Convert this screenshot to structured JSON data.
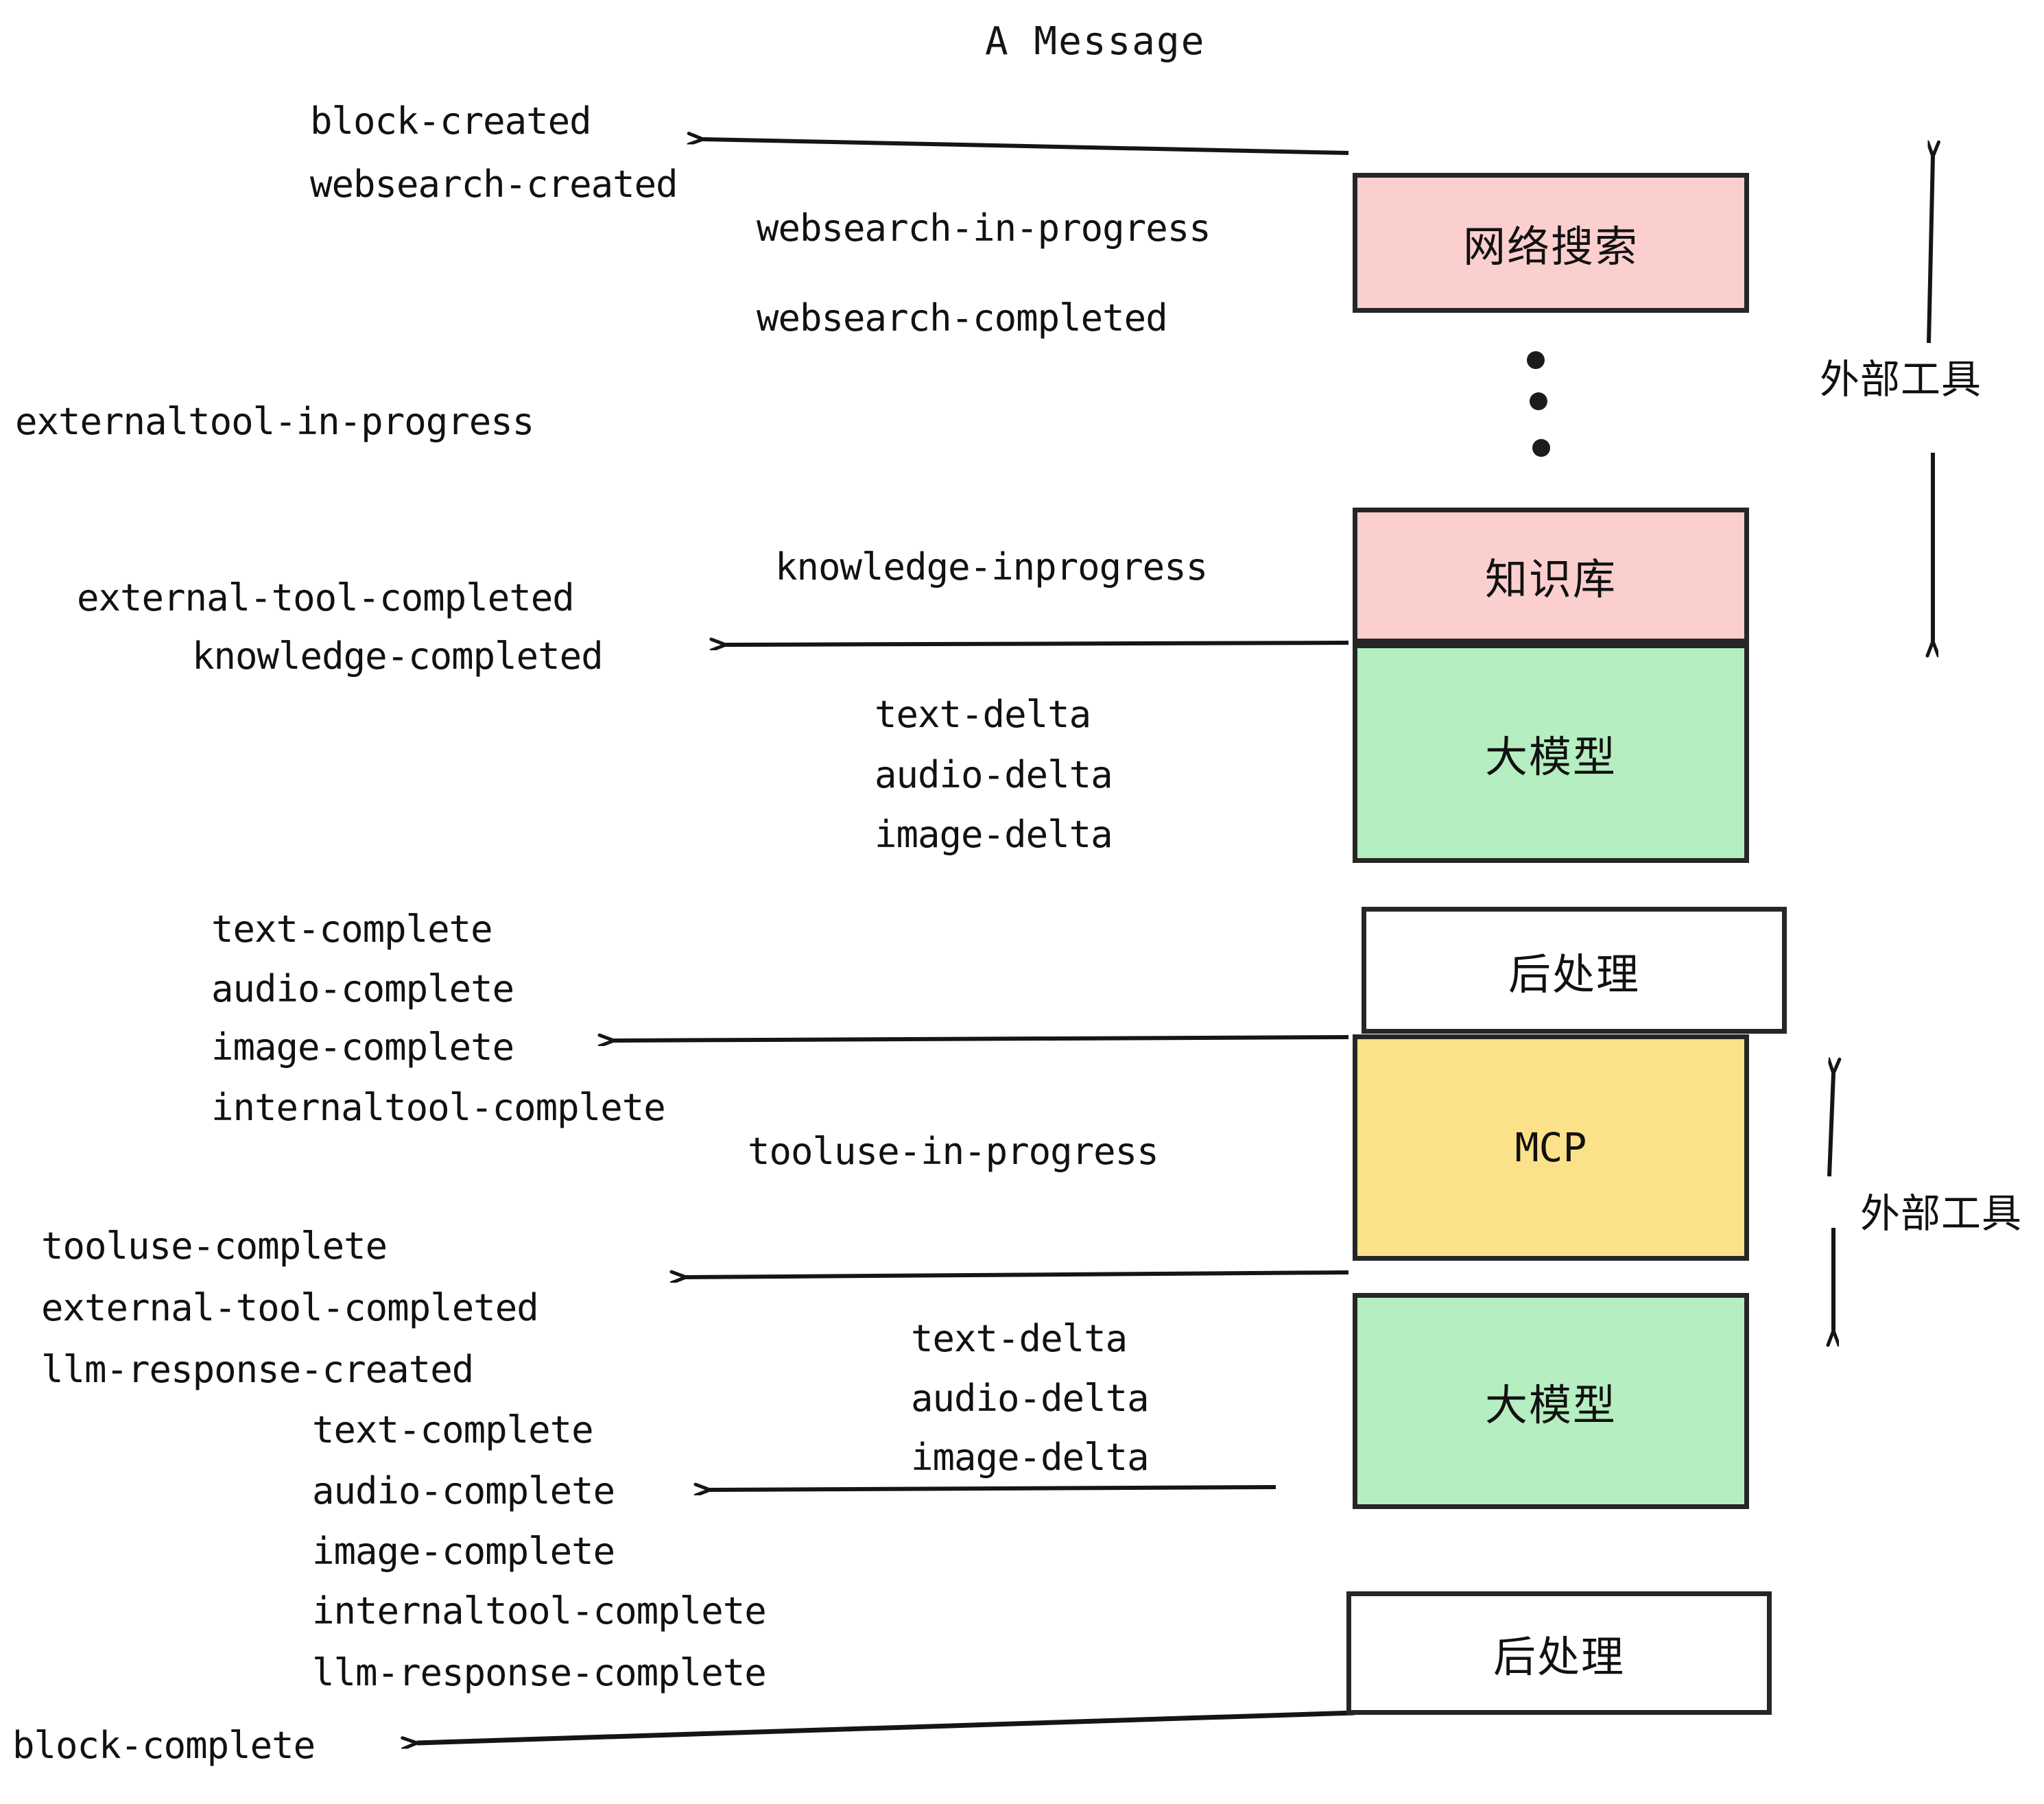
{
  "title": "A Message",
  "colors": {
    "pink": "#fccfcf",
    "green": "#b5eec0",
    "yellow": "#fbe189",
    "white": "#ffffff",
    "stroke": "#262626",
    "text": "#111111"
  },
  "boxes": [
    {
      "label": "网络搜索",
      "fill": "pink"
    },
    {
      "label": "知识库",
      "fill": "pink"
    },
    {
      "label": "大模型",
      "fill": "green"
    },
    {
      "label": "后处理",
      "fill": "white"
    },
    {
      "label": "MCP",
      "fill": "yellow"
    },
    {
      "label": "大模型",
      "fill": "green"
    },
    {
      "label": "后处理",
      "fill": "white"
    }
  ],
  "side_labels": [
    {
      "text": "外部工具"
    },
    {
      "text": "外部工具"
    }
  ],
  "events": [
    {
      "text": "block-created"
    },
    {
      "text": "websearch-created"
    },
    {
      "text": "websearch-in-progress"
    },
    {
      "text": "websearch-completed"
    },
    {
      "text": "externaltool-in-progress"
    },
    {
      "text": "knowledge-inprogress"
    },
    {
      "text": "external-tool-completed"
    },
    {
      "text": "knowledge-completed"
    },
    {
      "text": "text-delta"
    },
    {
      "text": "audio-delta"
    },
    {
      "text": "image-delta"
    },
    {
      "text": "text-complete"
    },
    {
      "text": "audio-complete"
    },
    {
      "text": "image-complete"
    },
    {
      "text": "internaltool-complete"
    },
    {
      "text": "tooluse-in-progress"
    },
    {
      "text": "tooluse-complete"
    },
    {
      "text": "external-tool-completed"
    },
    {
      "text": "llm-response-created"
    },
    {
      "text": "text-delta"
    },
    {
      "text": "audio-delta"
    },
    {
      "text": "image-delta"
    },
    {
      "text": "text-complete"
    },
    {
      "text": "audio-complete"
    },
    {
      "text": "image-complete"
    },
    {
      "text": "internaltool-complete"
    },
    {
      "text": "llm-response-complete"
    },
    {
      "text": "block-complete"
    }
  ]
}
